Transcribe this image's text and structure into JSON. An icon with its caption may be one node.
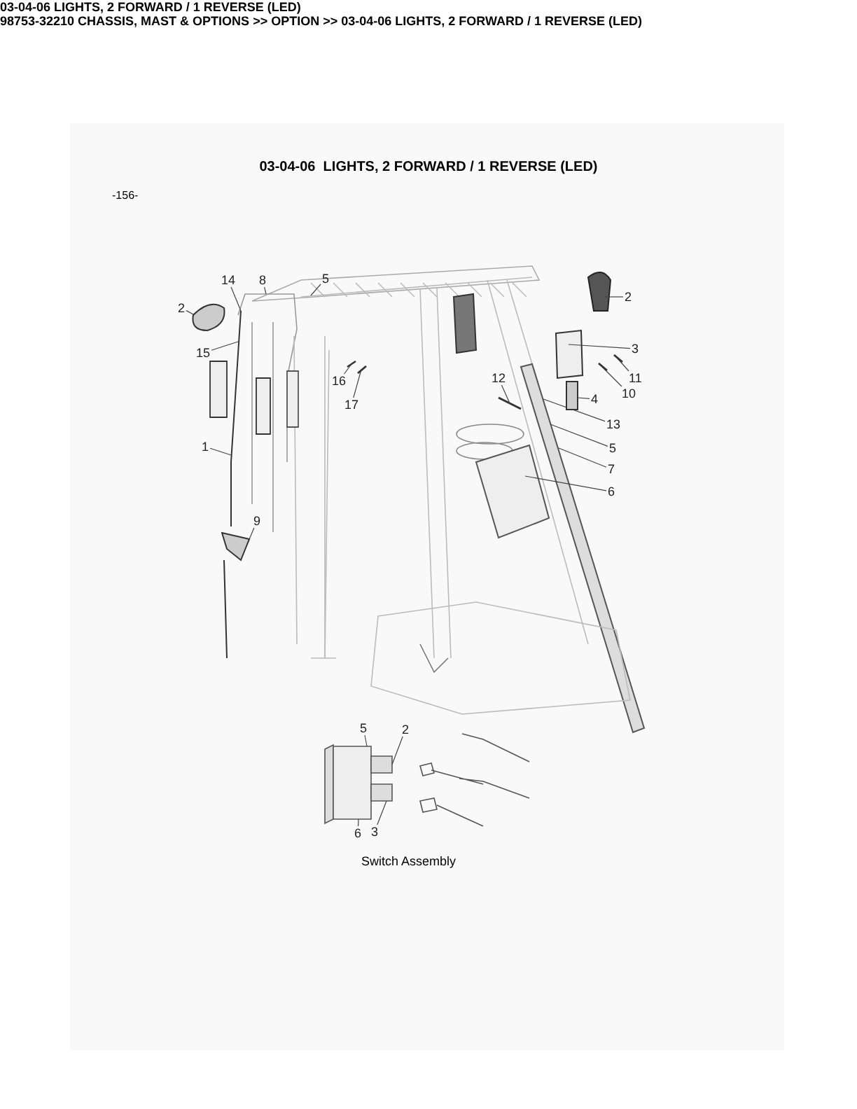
{
  "diagram": {
    "title": "03-04-06  LIGHTS, 2 FORWARD / 1 REVERSE (LED)",
    "nodes": [
      {
        "text": [
          "14"
        ]
      },
      {
        "text": [
          "8"
        ]
      },
      {
        "text": [
          "5"
        ]
      },
      {
        "text": [
          "2"
        ]
      },
      {
        "text": [
          "15"
        ]
      },
      {
        "text": [
          "16"
        ]
      },
      {
        "text": [
          "17"
        ]
      },
      {
        "text": [
          "1"
        ]
      },
      {
        "text": [
          "9"
        ]
      },
      {
        "text": [
          "2"
        ]
      },
      {
        "text": [
          "3"
        ]
      },
      {
        "text": [
          "11"
        ]
      },
      {
        "text": [
          "10"
        ]
      },
      {
        "text": [
          "12"
        ]
      },
      {
        "text": [
          "4"
        ]
      },
      {
        "text": [
          "13"
        ]
      },
      {
        "text": [
          "5"
        ]
      },
      {
        "text": [
          "7"
        ]
      },
      {
        "text": [
          "6"
        ]
      },
      {
        "text": [
          "5"
        ]
      },
      {
        "text": [
          "2"
        ]
      },
      {
        "text": [
          "6"
        ]
      },
      {
        "text": [
          "3"
        ]
      },
      {
        "text": [],
        "shape": "picture"
      },
      {
        "text": [],
        "shape": "picture"
      },
      {
        "text": [],
        "shape": "picture"
      },
      {
        "text": [],
        "shape": "box"
      },
      {
        "text": [],
        "shape": "picture"
      },
      {
        "text": [],
        "shape": "picture"
      },
      {
        "text": [],
        "shape": "picture"
      }
    ],
    "edges": [
      {
        "from": 0,
        "to": 24,
        "arrow": "none"
      },
      {
        "from": 1,
        "to": null,
        "arrow": "none"
      },
      {
        "from": 2,
        "to": null,
        "arrow": "none"
      },
      {
        "from": 3,
        "to": 23,
        "arrow": "none"
      },
      {
        "from": 4,
        "to": 24,
        "arrow": "none"
      },
      {
        "from": 5,
        "to": null,
        "arrow": "none"
      },
      {
        "from": 6,
        "to": 29,
        "arrow": "none"
      },
      {
        "from": 7,
        "to": 24,
        "arrow": "none"
      },
      {
        "from": 8,
        "to": 25,
        "arrow": "none"
      },
      {
        "from": 9,
        "to": null,
        "arrow": "none"
      },
      {
        "from": 10,
        "to": null,
        "arrow": "none"
      },
      {
        "from": 11,
        "to": 27,
        "arrow": "none"
      },
      {
        "from": 12,
        "to": 28,
        "arrow": "none"
      },
      {
        "from": 13,
        "to": null,
        "arrow": "none"
      },
      {
        "from": 14,
        "to": 26,
        "arrow": "none"
      },
      {
        "from": 15,
        "to": null,
        "arrow": "none"
      },
      {
        "from": 16,
        "to": null,
        "arrow": "none"
      },
      {
        "from": 17,
        "to": null,
        "arrow": "none"
      },
      {
        "from": 18,
        "to": null,
        "arrow": "none"
      },
      {
        "from": 19,
        "to": null,
        "arrow": "none"
      },
      {
        "from": 20,
        "to": null,
        "arrow": "none"
      },
      {
        "from": 21,
        "to": null,
        "arrow": "none"
      },
      {
        "from": 22,
        "to": null,
        "arrow": "none"
      }
    ],
    "labels": [
      "03-04-06 LIGHTS, 2 FORWARD / 1 REVERSE (LED)",
      "98753-32210 CHASSIS, MAST & OPTIONS >> OPTION >> 03-04-06 LIGHTS, 2 FORWARD / 1 REVERSE (LED)",
      "-156-",
      "Switch Assembly"
    ]
  }
}
